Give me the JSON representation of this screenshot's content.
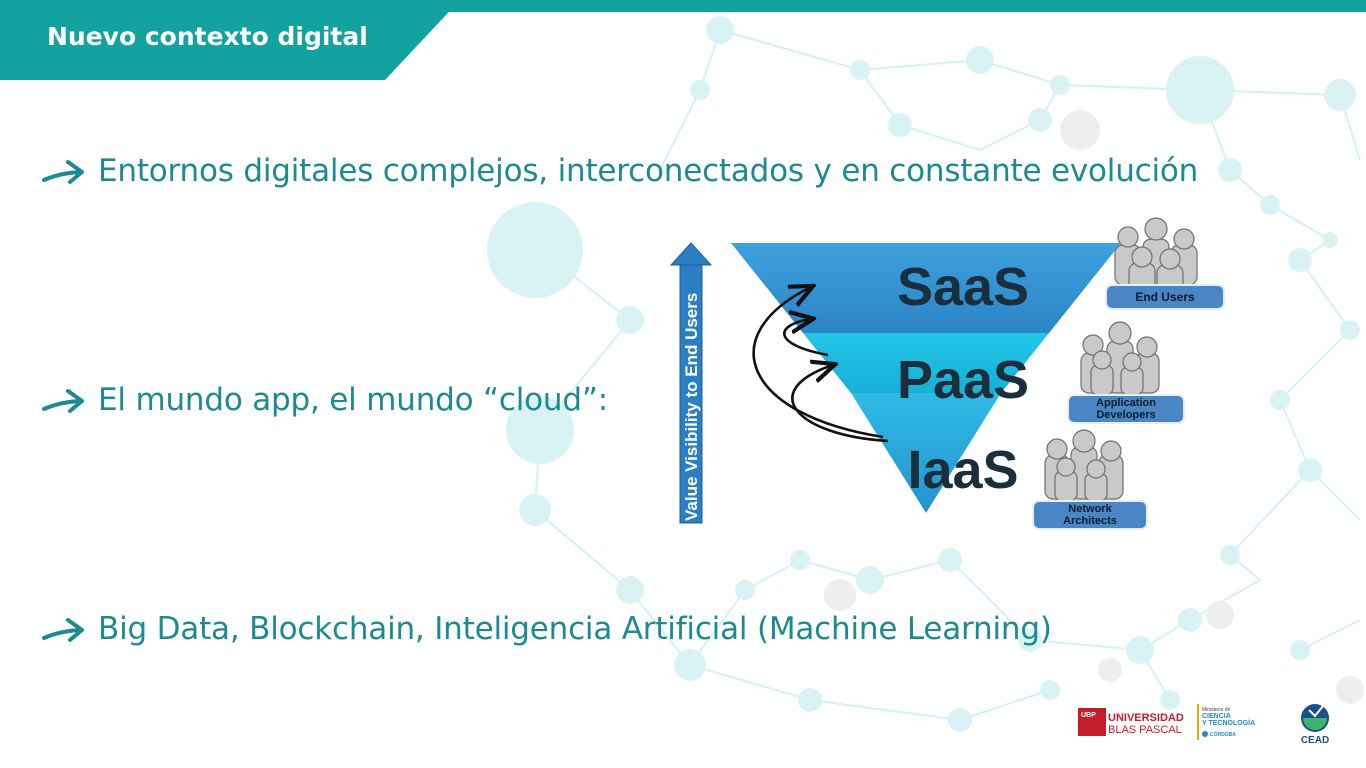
{
  "title": "Nuevo contexto digital",
  "bullets": [
    "Entornos digitales complejos, interconectados y en constante evolución",
    "El mundo app, el mundo “cloud”:",
    "Big Data, Blockchain, Inteligencia Artificial (Machine Learning)"
  ],
  "diagram": {
    "axis_label": "Value Visibility to End Users",
    "layers": [
      "SaaS",
      "PaaS",
      "IaaS"
    ],
    "roles": [
      {
        "lines": [
          "End Users"
        ]
      },
      {
        "lines": [
          "Application",
          "Developers"
        ]
      },
      {
        "lines": [
          "Network",
          "Architects"
        ]
      }
    ]
  },
  "logos": {
    "ubp_badge": "UBP",
    "ubp_line1": "UNIVERSIDAD",
    "ubp_line2": "BLAS PASCAL",
    "ministerio_line1": "Ministerio de",
    "ministerio_line2": "CIENCIA",
    "ministerio_line3": "Y TECNOLOGÍA",
    "ministerio_line4": "CÓRDOBA",
    "cead": "CEAD"
  },
  "colors": {
    "accent": "#12a3a1",
    "text": "#1b8b91",
    "saas": "#2e8fd0",
    "paas": "#1fbde0",
    "iaas": "#27aee0"
  }
}
